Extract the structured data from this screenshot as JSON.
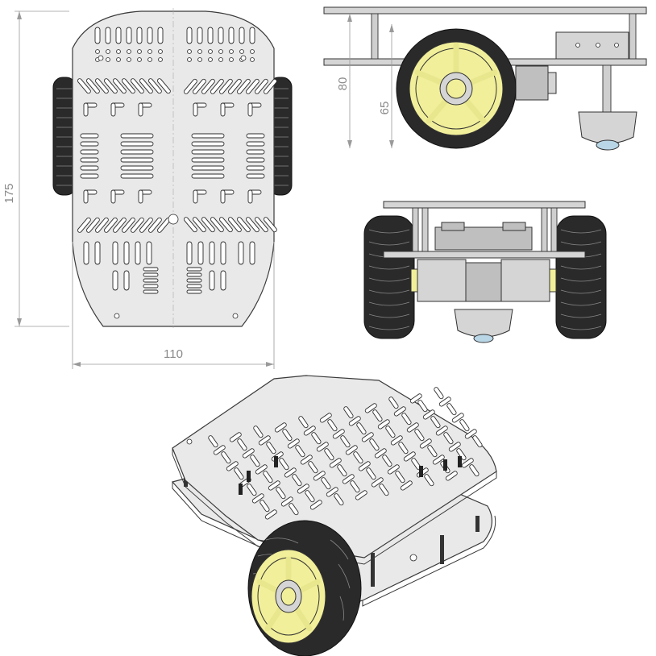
{
  "dimensions": {
    "length": "175",
    "width": "110",
    "height_total": "80",
    "height_axle": "65"
  },
  "colors": {
    "plate": "#e9e9e9",
    "tire": "#2a2a2a",
    "rim": "#f1ef9a",
    "metal": "#d5d5d5",
    "dimension_text": "#8a8a8a"
  }
}
